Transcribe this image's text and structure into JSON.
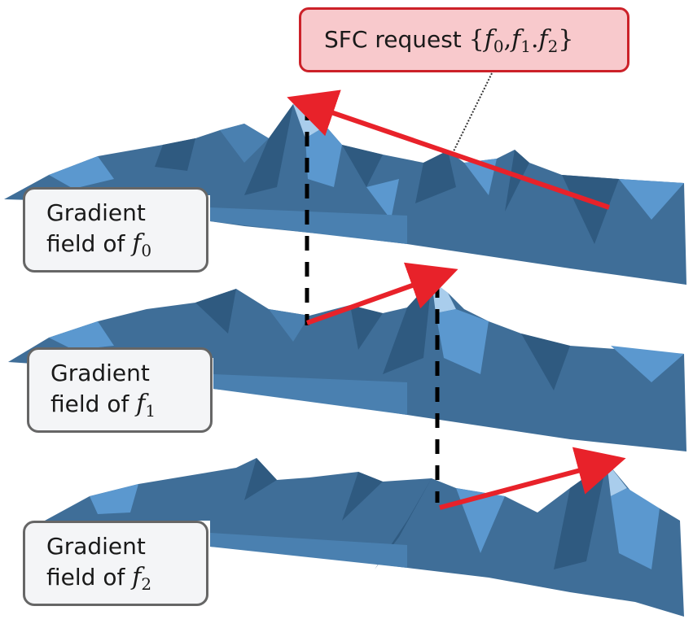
{
  "colors": {
    "surface_base": "#4a80b0",
    "surface_dark": "#2f5a80",
    "surface_mid": "#3f6e98",
    "surface_light": "#5b98cf",
    "surface_highlight": "#a9cdec",
    "arrow": "#e8222a",
    "request_fill": "#f8c9cc",
    "request_border": "#cc2129",
    "label_fill": "#f4f5f7",
    "label_border": "#666666",
    "guide_line": "#000000"
  },
  "request": {
    "prefix": "SFC request ",
    "open_brace": "{",
    "f0": "f",
    "f0_sub": "0",
    "sep1": ",",
    "f1": "f",
    "f1_sub": "1",
    "sep2": ".",
    "f2": "f",
    "f2_sub": "2",
    "close_brace": "}"
  },
  "layers": [
    {
      "id": "f0",
      "line1": "Gradient",
      "line2": "field of ",
      "func": "f",
      "sub": "0"
    },
    {
      "id": "f1",
      "line1": "Gradient",
      "line2": "field of ",
      "func": "f",
      "sub": "1"
    },
    {
      "id": "f2",
      "line1": "Gradient",
      "line2": "field of ",
      "func": "f",
      "sub": "2"
    }
  ]
}
